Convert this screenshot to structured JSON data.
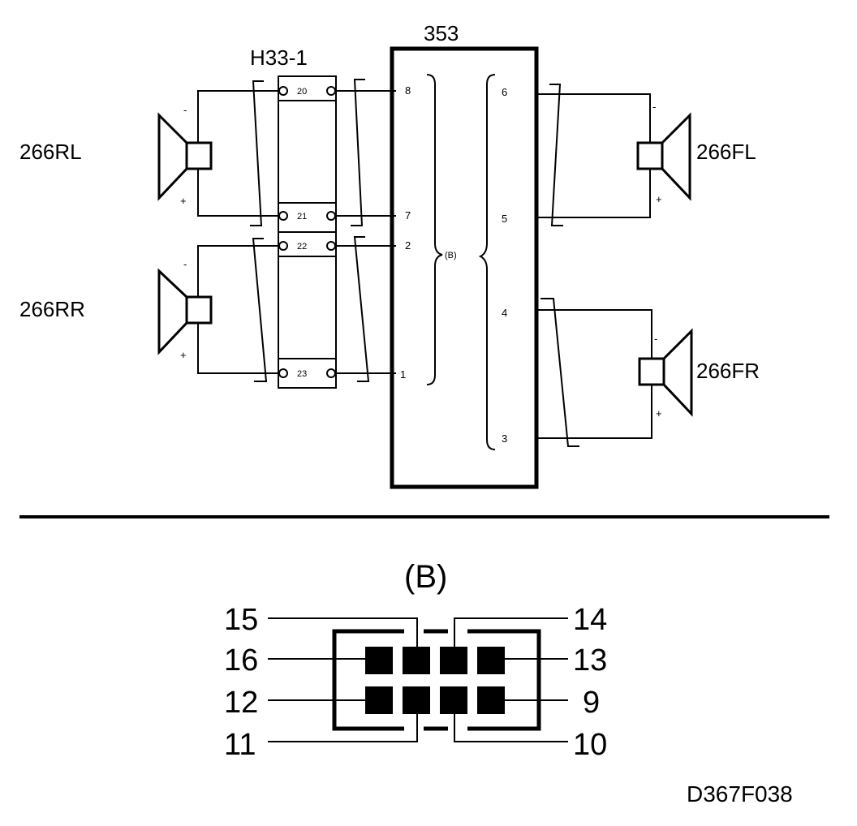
{
  "unit": {
    "label": "353"
  },
  "junction": {
    "label": "H33-1"
  },
  "speakers": {
    "rl": {
      "label": "266RL"
    },
    "rr": {
      "label": "266RR"
    },
    "fl": {
      "label": "266FL"
    },
    "fr": {
      "label": "266FR"
    }
  },
  "polarity": {
    "minus": "-",
    "plus": "+"
  },
  "junction_terminals": [
    "20",
    "21",
    "22",
    "23"
  ],
  "unit_pins_left": [
    "8",
    "7",
    "2",
    "1"
  ],
  "unit_pins_right": [
    "6",
    "5",
    "4",
    "3"
  ],
  "connector_tag": "(B)",
  "connector_view": {
    "title": "(B)",
    "pins_left": [
      "15",
      "16",
      "12",
      "11"
    ],
    "pins_right": [
      "14",
      "13",
      "9",
      "10"
    ]
  },
  "figure_code": "D367F038"
}
